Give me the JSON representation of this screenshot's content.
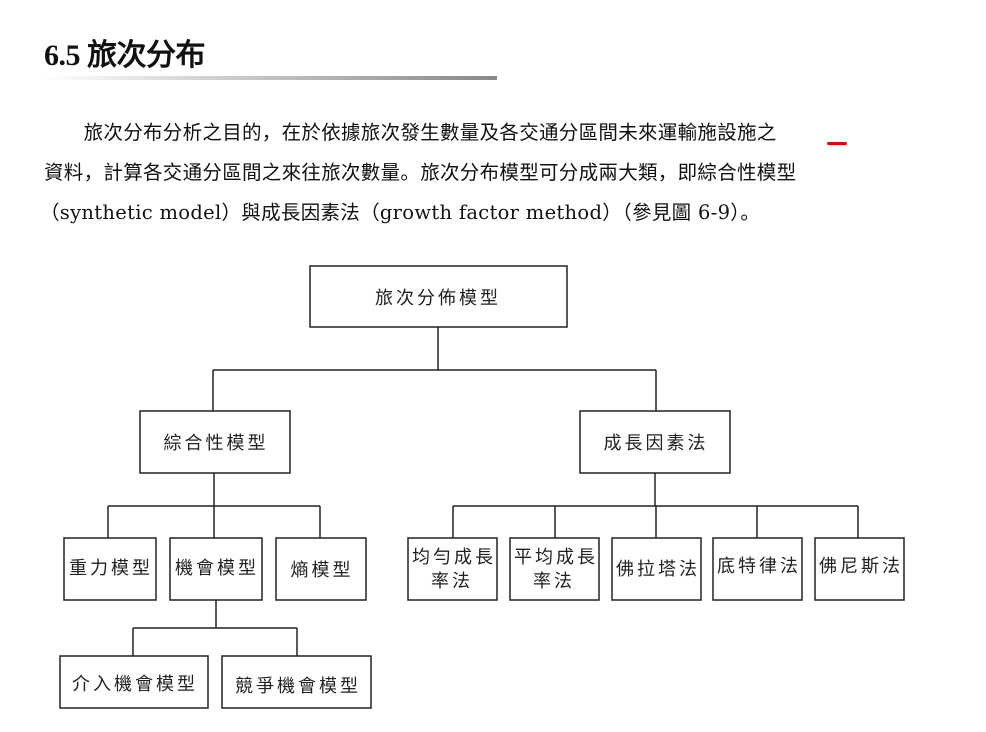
{
  "heading": "6.5 旅次分布",
  "paragraph": [
    "　　旅次分布分析之目的，在於依據旅次發生數量及各交通分區間未來運輸施設施之",
    "資料，計算各交通分區間之來往旅次數量。旅次分布模型可分成兩大類，即綜合性模型",
    "（synthetic model）與成長因素法（growth factor method）（參見圖 6-9）。"
  ],
  "diagram": {
    "root": "旅次分佈模型",
    "synthetic": "綜合性模型",
    "growth": "成長因素法",
    "synthetic_children": [
      "重力模型",
      "機會模型",
      "熵模型"
    ],
    "opportunity_children": [
      "介入機會模型",
      "競爭機會模型"
    ],
    "growth_children": [
      [
        "均勻成長",
        "率法"
      ],
      [
        "平均成長",
        "率法"
      ],
      [
        "佛拉塔法"
      ],
      [
        "底特律法"
      ],
      [
        "佛尼斯法"
      ]
    ]
  }
}
